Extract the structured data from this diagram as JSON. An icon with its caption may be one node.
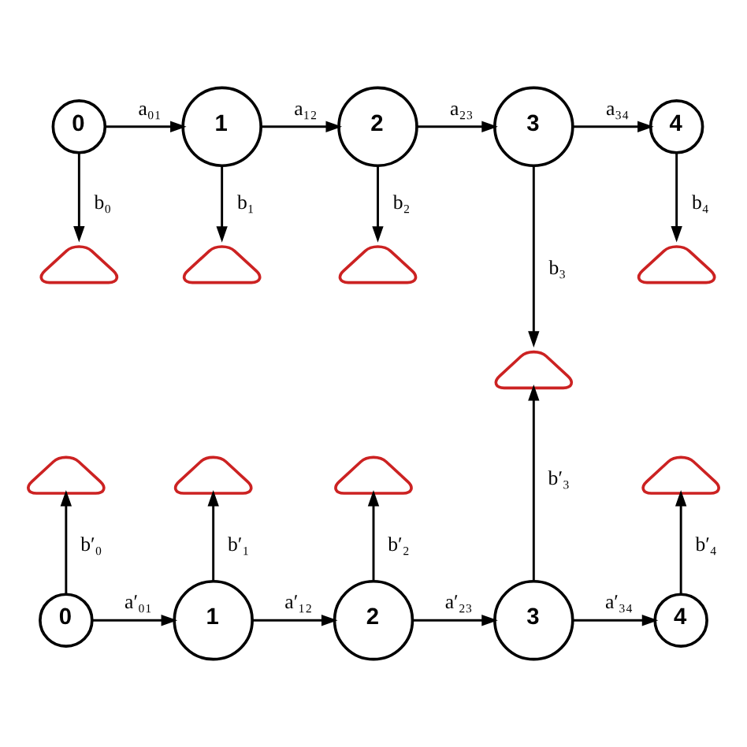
{
  "diagram": {
    "nodes": [
      {
        "text": [
          "0"
        ]
      },
      {
        "text": [
          "1"
        ]
      },
      {
        "text": [
          "2"
        ]
      },
      {
        "text": [
          "3"
        ]
      },
      {
        "text": [
          "4"
        ]
      },
      {
        "text": [],
        "shape": "picture"
      },
      {
        "text": [],
        "shape": "picture"
      },
      {
        "text": [],
        "shape": "picture"
      },
      {
        "text": [],
        "shape": "picture"
      },
      {
        "text": [],
        "shape": "picture"
      },
      {
        "text": [],
        "shape": "picture"
      },
      {
        "text": [],
        "shape": "picture"
      },
      {
        "text": [],
        "shape": "picture"
      },
      {
        "text": [],
        "shape": "picture"
      },
      {
        "text": [
          "0"
        ]
      },
      {
        "text": [
          "1"
        ]
      },
      {
        "text": [
          "2"
        ]
      },
      {
        "text": [
          "3"
        ]
      },
      {
        "text": [
          "4"
        ]
      }
    ],
    "edges": [
      {
        "from": 0,
        "to": 1,
        "arrow": "to",
        "label": "a₀₁"
      },
      {
        "from": 1,
        "to": 2,
        "arrow": "to",
        "label": "a₁₂"
      },
      {
        "from": 2,
        "to": 3,
        "arrow": "to",
        "label": "a₂₃"
      },
      {
        "from": 3,
        "to": 4,
        "arrow": "to",
        "label": "a₃₄"
      },
      {
        "from": 0,
        "to": 5,
        "arrow": "to",
        "label": "b₀"
      },
      {
        "from": 1,
        "to": 6,
        "arrow": "to",
        "label": "b₁"
      },
      {
        "from": 2,
        "to": 7,
        "arrow": "to",
        "label": "b₂"
      },
      {
        "from": 3,
        "to": 9,
        "arrow": "to",
        "label": "b₃"
      },
      {
        "from": 4,
        "to": 8,
        "arrow": "to",
        "label": "b₄"
      },
      {
        "from": 14,
        "to": 10,
        "arrow": "to",
        "label": "b′₀"
      },
      {
        "from": 15,
        "to": 11,
        "arrow": "to",
        "label": "b′₁"
      },
      {
        "from": 16,
        "to": 12,
        "arrow": "to",
        "label": "b′₂"
      },
      {
        "from": 17,
        "to": 9,
        "arrow": "to",
        "label": "b′₃"
      },
      {
        "from": 18,
        "to": 13,
        "arrow": "to",
        "label": "b′₄"
      },
      {
        "from": 14,
        "to": 15,
        "arrow": "to",
        "label": "a′₀₁"
      },
      {
        "from": 15,
        "to": 16,
        "arrow": "to",
        "label": "a′₁₂"
      },
      {
        "from": 16,
        "to": 17,
        "arrow": "to",
        "label": "a′₂₃"
      },
      {
        "from": 17,
        "to": 18,
        "arrow": "to",
        "label": "a′₃₄"
      }
    ]
  }
}
